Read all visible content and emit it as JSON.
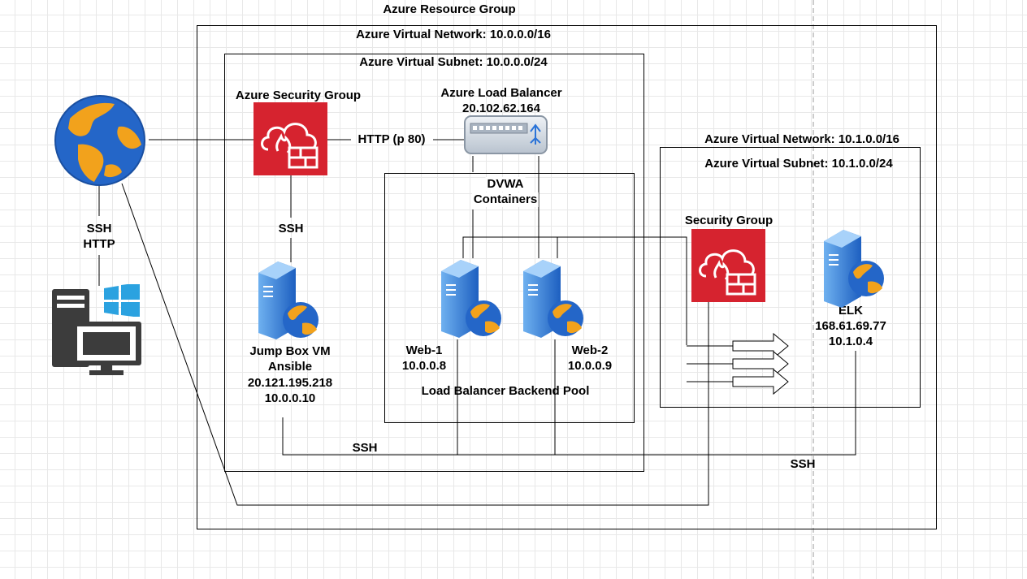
{
  "diagram": {
    "resource_group": "Azure Resource Group",
    "vnet1": "Azure Virtual Network: 10.0.0.0/16",
    "subnet1": "Azure Virtual Subnet: 10.0.0.0/24",
    "vnet2": "Azure Virtual Network: 10.1.0.0/16",
    "subnet2": "Azure Virtual Subnet: 10.1.0.0/24",
    "security_group_1": "Azure Security Group",
    "security_group_2": "Security Group",
    "load_balancer": {
      "name": "Azure Load Balancer",
      "ip": "20.102.62.164"
    },
    "http_link": "HTTP (p 80)",
    "ssh_http_1": "SSH",
    "ssh_http_2": "HTTP",
    "ssh_sg_jump": "SSH",
    "ssh_bottom_1": "SSH",
    "ssh_bottom_2": "SSH",
    "dvwa_1": "DVWA",
    "dvwa_2": "Containers",
    "jump_box": {
      "name": "Jump Box VM",
      "role": "Ansible",
      "public_ip": "20.121.195.218",
      "private_ip": "10.0.0.10"
    },
    "web1": {
      "name": "Web-1",
      "ip": "10.0.0.8"
    },
    "web2": {
      "name": "Web-2",
      "ip": "10.0.0.9"
    },
    "backend_pool": "Load Balancer Backend Pool",
    "elk": {
      "name": "ELK",
      "public_ip": "168.61.69.77",
      "private_ip": "10.1.0.4"
    }
  },
  "colors": {
    "security_group_red": "#d6232f",
    "server_blue": "#2a73d8",
    "globe_orange": "#f2a21c",
    "globe_blue": "#2466c8",
    "workstation_gray": "#3c3c3c",
    "windows_blue": "#2ba2e0"
  },
  "icons": [
    "globe-icon",
    "workstation-icon",
    "windows-logo-icon",
    "security-group-icon",
    "load-balancer-icon",
    "server-icon"
  ]
}
